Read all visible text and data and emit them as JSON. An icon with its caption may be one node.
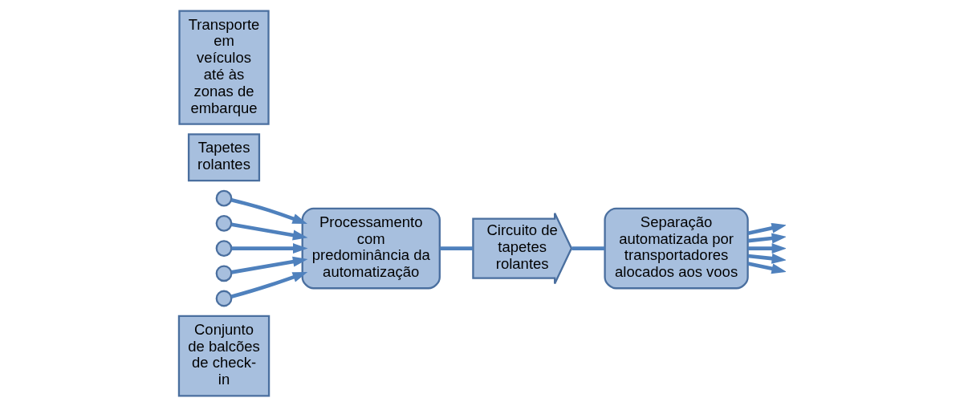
{
  "diagram": {
    "nodes": [
      {
        "text": [
          "Conjunto de balcões de check-in"
        ]
      },
      {
        "text": [],
        "shape": "circle"
      },
      {
        "text": [],
        "shape": "circle"
      },
      {
        "text": [],
        "shape": "circle"
      },
      {
        "text": [],
        "shape": "circle"
      },
      {
        "text": [],
        "shape": "circle"
      },
      {
        "text": [
          "Processamento com predominância da automatização"
        ]
      },
      {
        "text": [
          "Circuito de tapetes rolantes"
        ]
      },
      {
        "text": [
          "Separação automatizada por transportadores alocados aos voos"
        ]
      },
      {
        "text": [
          "Tapetes rolantes"
        ]
      },
      {
        "text": [
          "Transporte em veículos até às zonas de embarque"
        ]
      }
    ],
    "edges": [
      {
        "from": 1,
        "to": 6,
        "arrow": "to"
      },
      {
        "from": 2,
        "to": 6,
        "arrow": "to"
      },
      {
        "from": 3,
        "to": 6,
        "arrow": "to"
      },
      {
        "from": 4,
        "to": 6,
        "arrow": "to"
      },
      {
        "from": 5,
        "to": 6,
        "arrow": "to"
      },
      {
        "from": 6,
        "to": 7,
        "arrow": "none"
      },
      {
        "from": 7,
        "to": 8,
        "arrow": "none"
      },
      {
        "from": 8,
        "to": null,
        "arrow": "to"
      },
      {
        "from": 8,
        "to": null,
        "arrow": "to"
      },
      {
        "from": 8,
        "to": null,
        "arrow": "to"
      },
      {
        "from": 8,
        "to": null,
        "arrow": "to"
      },
      {
        "from": 8,
        "to": null,
        "arrow": "to"
      }
    ]
  }
}
